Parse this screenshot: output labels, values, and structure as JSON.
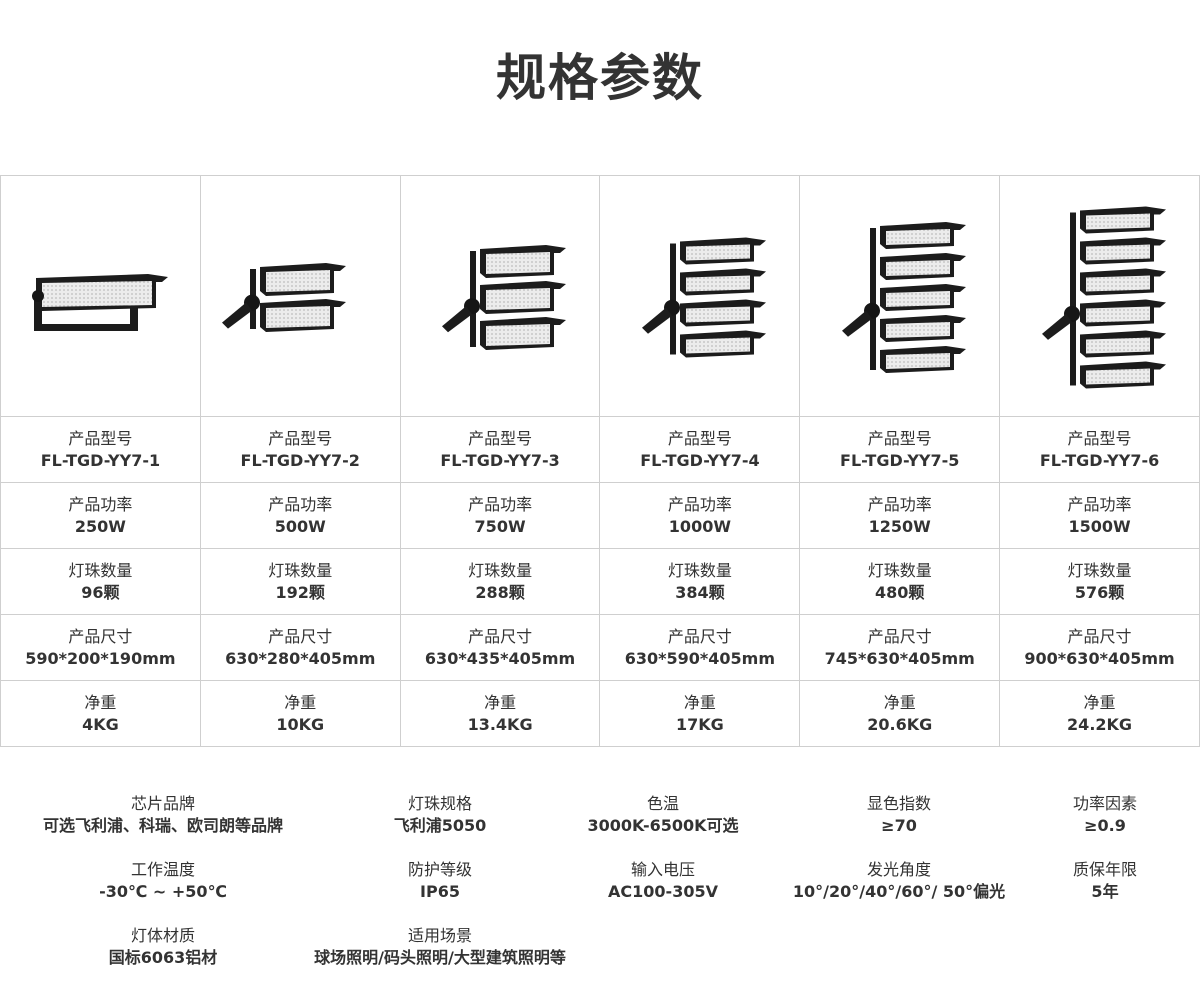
{
  "title": "规格参数",
  "products": [
    {
      "model_label": "产品型号",
      "model": "FL-TGD-YY7-1",
      "power_label": "产品功率",
      "power": "250W",
      "beads_label": "灯珠数量",
      "beads": "96颗",
      "size_label": "产品尺寸",
      "size": "590*200*190mm",
      "weight_label": "净重",
      "weight": "4KG",
      "modules": 1
    },
    {
      "model_label": "产品型号",
      "model": "FL-TGD-YY7-2",
      "power_label": "产品功率",
      "power": "500W",
      "beads_label": "灯珠数量",
      "beads": "192颗",
      "size_label": "产品尺寸",
      "size": "630*280*405mm",
      "weight_label": "净重",
      "weight": "10KG",
      "modules": 2
    },
    {
      "model_label": "产品型号",
      "model": "FL-TGD-YY7-3",
      "power_label": "产品功率",
      "power": "750W",
      "beads_label": "灯珠数量",
      "beads": "288颗",
      "size_label": "产品尺寸",
      "size": "630*435*405mm",
      "weight_label": "净重",
      "weight": "13.4KG",
      "modules": 3
    },
    {
      "model_label": "产品型号",
      "model": "FL-TGD-YY7-4",
      "power_label": "产品功率",
      "power": "1000W",
      "beads_label": "灯珠数量",
      "beads": "384颗",
      "size_label": "产品尺寸",
      "size": "630*590*405mm",
      "weight_label": "净重",
      "weight": "17KG",
      "modules": 4
    },
    {
      "model_label": "产品型号",
      "model": "FL-TGD-YY7-5",
      "power_label": "产品功率",
      "power": "1250W",
      "beads_label": "灯珠数量",
      "beads": "480颗",
      "size_label": "产品尺寸",
      "size": "745*630*405mm",
      "weight_label": "净重",
      "weight": "20.6KG",
      "modules": 5
    },
    {
      "model_label": "产品型号",
      "model": "FL-TGD-YY7-6",
      "power_label": "产品功率",
      "power": "1500W",
      "beads_label": "灯珠数量",
      "beads": "576颗",
      "size_label": "产品尺寸",
      "size": "900*630*405mm",
      "weight_label": "净重",
      "weight": "24.2KG",
      "modules": 6
    }
  ],
  "features": [
    {
      "label": "芯片品牌",
      "value": "可选飞利浦、科瑞、欧司朗等品牌"
    },
    {
      "label": "灯珠规格",
      "value": "飞利浦5050"
    },
    {
      "label": "色温",
      "value": "3000K-6500K可选"
    },
    {
      "label": "显色指数",
      "value": "≥70"
    },
    {
      "label": "功率因素",
      "value": "≥0.9"
    },
    {
      "label": "工作温度",
      "value": "-30℃ ~ +50℃"
    },
    {
      "label": "防护等级",
      "value": "IP65"
    },
    {
      "label": "输入电压",
      "value": "AC100-305V"
    },
    {
      "label": "发光角度",
      "value": "10°/20°/40°/60°/ 50°偏光"
    },
    {
      "label": "质保年限",
      "value": "5年"
    },
    {
      "label": "灯体材质",
      "value": "国标6063铝材"
    },
    {
      "label": "适用场景",
      "value": "球场照明/码头照明/大型建筑照明等"
    }
  ],
  "colors": {
    "text": "#333333",
    "border": "#cfcfcf",
    "lamp_body": "#1c1c1c",
    "lamp_face": "#e7e7e7"
  }
}
